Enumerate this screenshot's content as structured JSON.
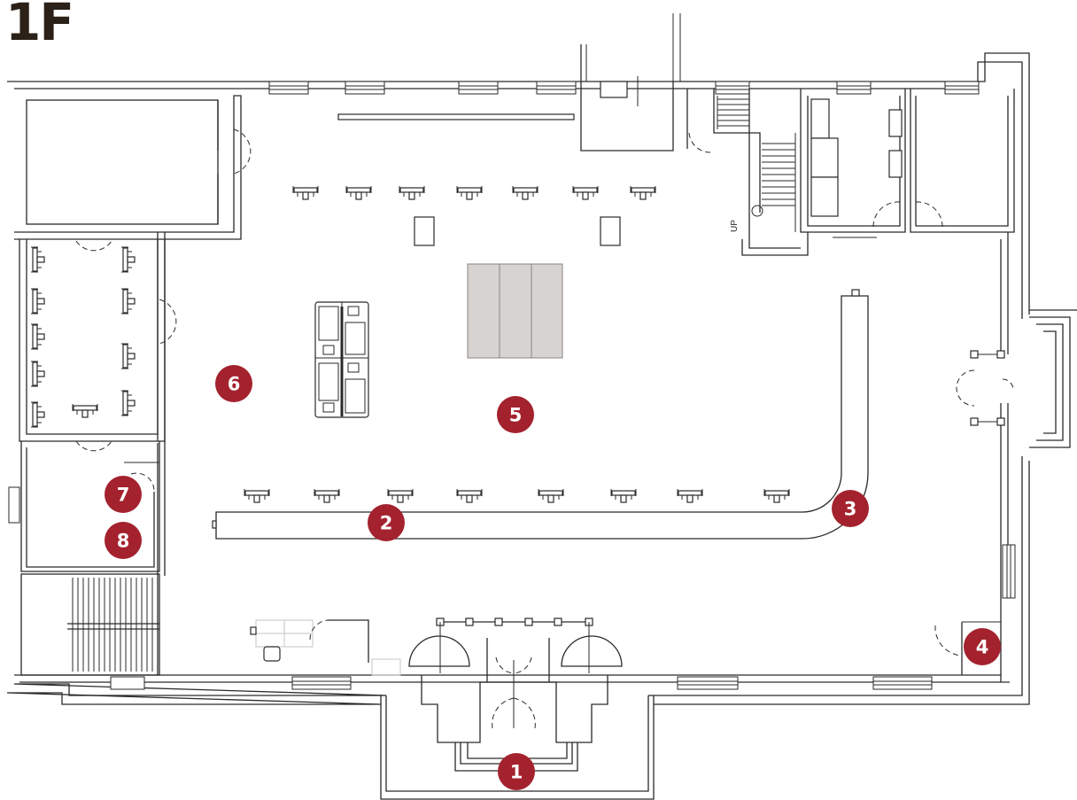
{
  "floor_label": "1F",
  "stair_label": "UP",
  "markers": [
    {
      "id": "1",
      "label": "1"
    },
    {
      "id": "2",
      "label": "2"
    },
    {
      "id": "3",
      "label": "3"
    },
    {
      "id": "4",
      "label": "4"
    },
    {
      "id": "5",
      "label": "5"
    },
    {
      "id": "6",
      "label": "6"
    },
    {
      "id": "7",
      "label": "7"
    },
    {
      "id": "8",
      "label": "8"
    }
  ],
  "colors": {
    "marker": "#a3222e",
    "wall": "#2a2a2a",
    "title": "#2b2118",
    "furniture_grey": "#d7d3d1"
  }
}
